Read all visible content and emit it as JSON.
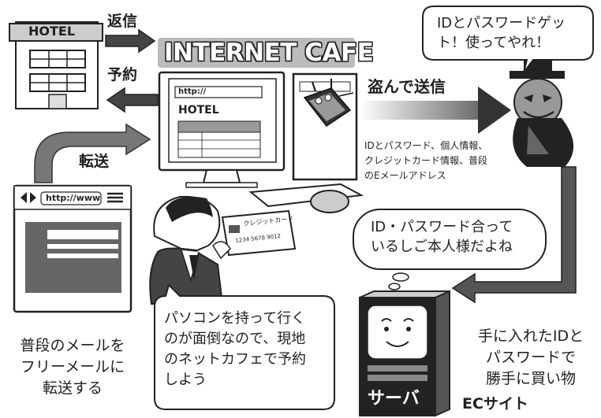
{
  "hotel": {
    "sign": "HOTEL"
  },
  "arrows": {
    "reply_label": "返信",
    "booking_label": "予約",
    "forward_label": "転送",
    "steal_label": "盗んで送信"
  },
  "cafe": {
    "sign": "INTERNET CAFE"
  },
  "monitor": {
    "url": "http://",
    "title": "HOTEL"
  },
  "stolen_info": [
    "IDとパスワード、個人情報、",
    "クレジットカード情報、普段",
    "のEメールアドレス"
  ],
  "hacker": {
    "speech": [
      "IDとパスワードゲッ",
      "ト！使ってやれ！"
    ]
  },
  "mail_window": {
    "url": "http://www"
  },
  "webmail_caption": [
    "普段のメールを",
    "フリーメールに",
    "転送する"
  ],
  "card": {
    "label": "クレジットカード",
    "number": "1234 5678 9012"
  },
  "user_speech": [
    "パソコンを持って行く",
    "のが面倒なので、現地",
    "のネットカフェで予約",
    "しよう"
  ],
  "server": {
    "thought": [
      "ID・パスワード合って",
      "いるしご本人様だよね"
    ],
    "label": "サーバ"
  },
  "purchase_caption": [
    "手に入れたIDと",
    "パスワードで",
    "勝手に買い物"
  ],
  "ec_label": "ECサイト"
}
